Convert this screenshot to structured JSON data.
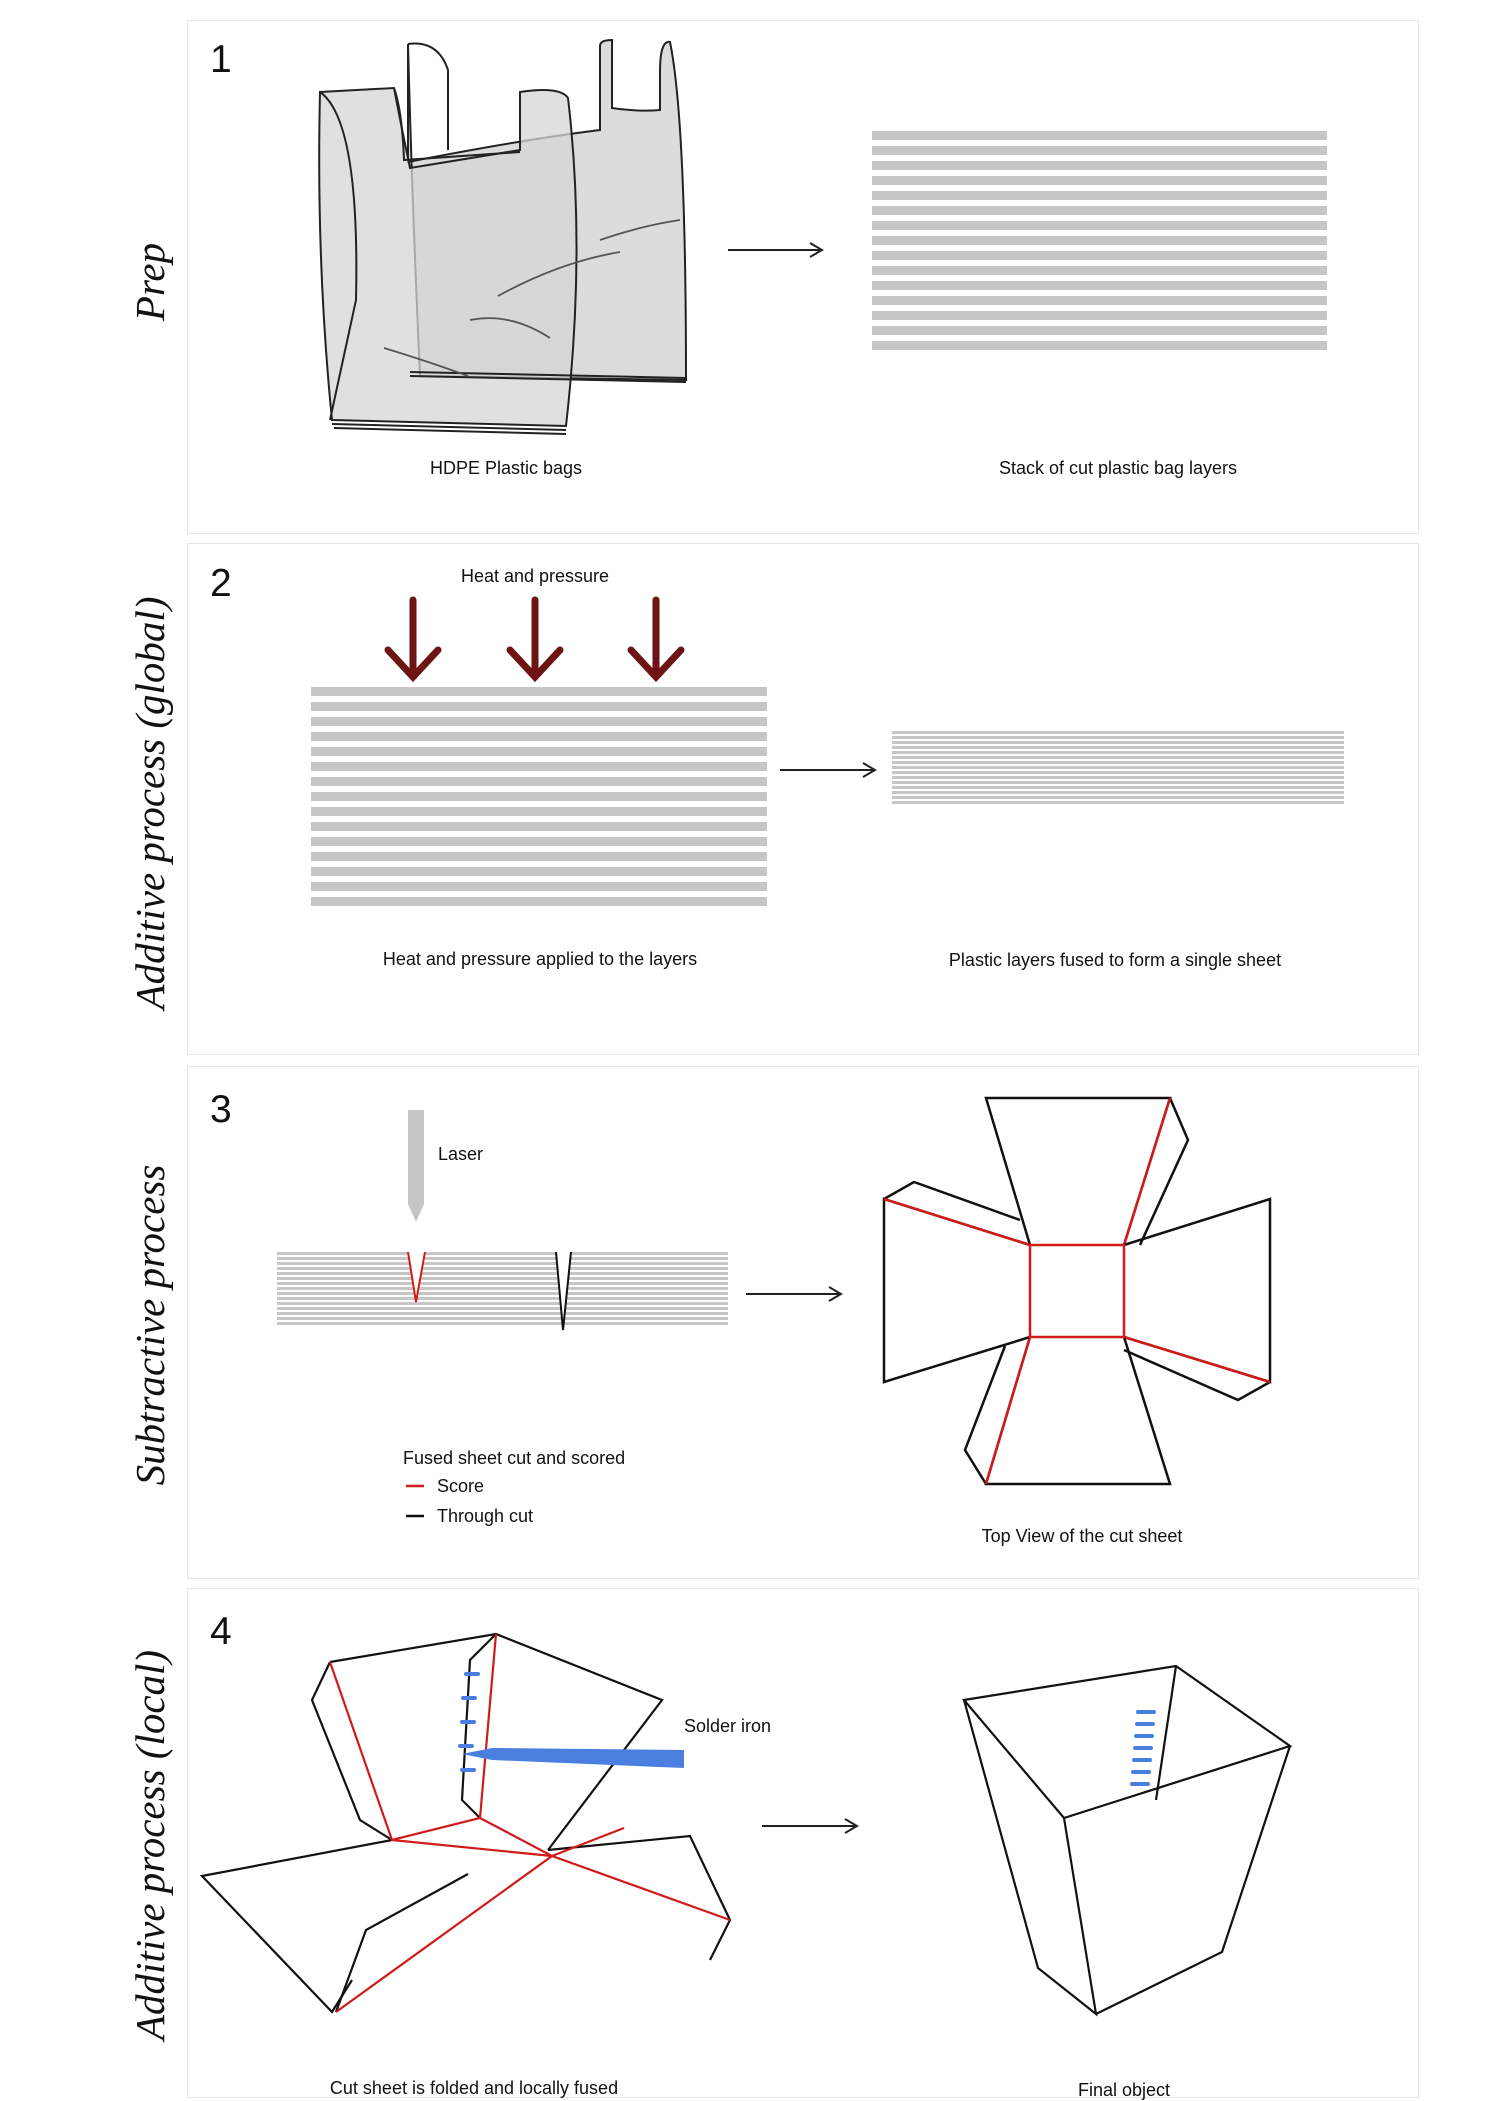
{
  "steps": [
    {
      "number": "1",
      "side_label": "Prep",
      "captions": {
        "left": "HDPE Plastic bags",
        "right": "Stack of cut plastic bag layers"
      }
    },
    {
      "number": "2",
      "side_label": "Additive process (global)",
      "heading": "Heat and pressure",
      "captions": {
        "left": "Heat and pressure applied to the layers",
        "right": "Plastic layers fused to form a single sheet"
      }
    },
    {
      "number": "3",
      "side_label": "Subtractive process",
      "laser_label": "Laser",
      "captions": {
        "left": "Fused sheet cut and scored",
        "right": "Top View of the cut sheet"
      },
      "legend": [
        {
          "label": "Score",
          "color": "#d11a1a"
        },
        {
          "label": "Through cut",
          "color": "#111111"
        }
      ]
    },
    {
      "number": "4",
      "side_label": "Additive process (local)",
      "iron_label": "Solder iron",
      "captions": {
        "left": "Cut sheet is folded and locally fused",
        "right": "Final object"
      }
    }
  ],
  "colors": {
    "layer_gray": "#c6c6c6",
    "heat_arrow": "#6e1414",
    "score_red": "#d11a1a",
    "solder_blue": "#4a7fe0",
    "bag_fill": "#d6d6d6"
  }
}
